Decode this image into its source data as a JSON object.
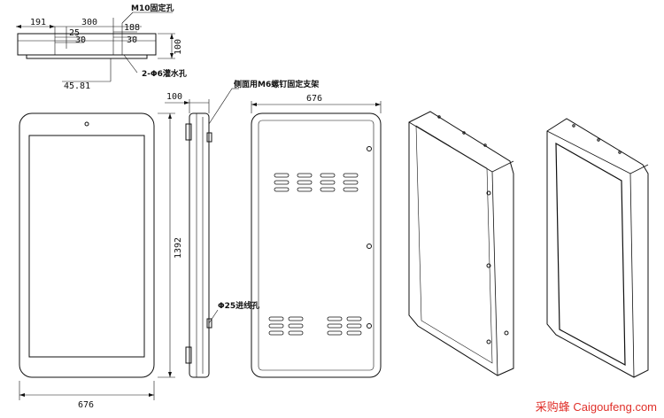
{
  "top_view": {
    "dim_191": "191",
    "dim_300": "300",
    "dim_188": "188",
    "dim_25": "25",
    "dim_30_left": "30",
    "dim_30_right": "30",
    "dim_100": "100",
    "dim_45_81": "45.81",
    "label_m10": "M10固定孔",
    "label_drain": "2-Φ6灌水孔"
  },
  "front_view": {
    "width": "676",
    "height": "1392"
  },
  "side_view": {
    "depth": "100",
    "label_bracket": "侧面用M6螺钉固定支架",
    "label_cable": "Φ25进线孔"
  },
  "back_view": {
    "width": "676"
  },
  "watermark": "采购蜂 Caigoufeng.com",
  "colors": {
    "line": "#111111",
    "watermark": "#e0302a"
  }
}
